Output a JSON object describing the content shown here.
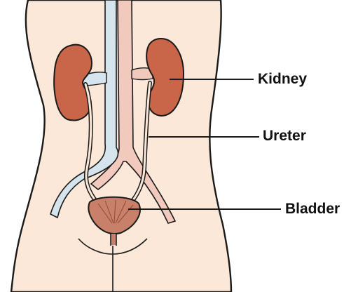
{
  "labels": {
    "kidney": "Kidney",
    "ureter": "Ureter",
    "bladder": "Bladder"
  },
  "colors": {
    "skin": "#fbe8d8",
    "kidney": "#c9664a",
    "bladder": "#c9806a",
    "vena_cava": "#d6e4ee",
    "aorta": "#f2c9bd",
    "outline": "#1a1a1a"
  }
}
